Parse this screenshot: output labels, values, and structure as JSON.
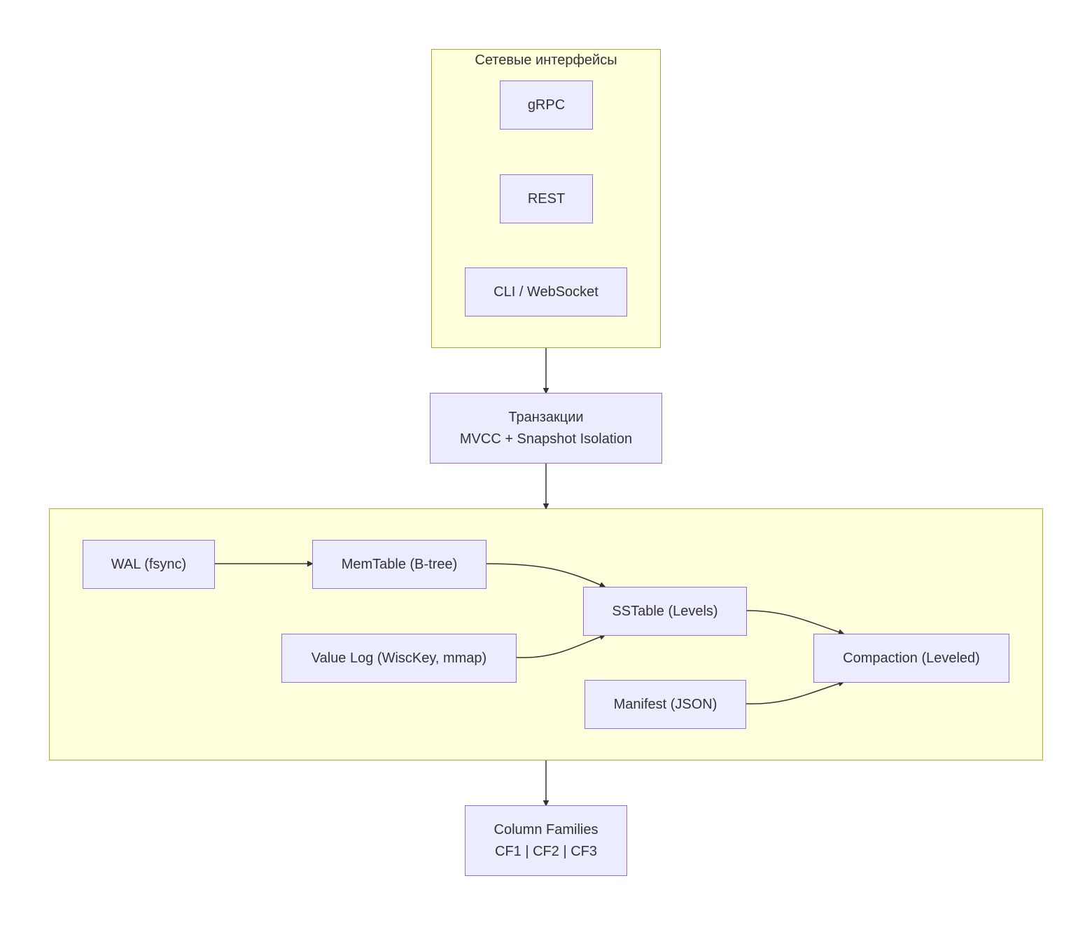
{
  "clusters": {
    "network": {
      "title": "Сетевые интерфейсы"
    },
    "storage": {
      "title": ""
    }
  },
  "nodes": {
    "grpc": {
      "label": "gRPC"
    },
    "rest": {
      "label": "REST"
    },
    "cli": {
      "label": "CLI / WebSocket"
    },
    "tx": {
      "line1": "Транзакции",
      "line2": "MVCC + Snapshot Isolation"
    },
    "wal": {
      "label": "WAL (fsync)"
    },
    "memtable": {
      "label": "MemTable (B-tree)"
    },
    "sstable": {
      "label": "SSTable (Levels)"
    },
    "valuelog": {
      "label": "Value Log (WiscKey, mmap)"
    },
    "compaction": {
      "label": "Compaction (Leveled)"
    },
    "manifest": {
      "label": "Manifest (JSON)"
    },
    "cf": {
      "line1": "Column Families",
      "line2": "CF1 | CF2 | CF3"
    }
  },
  "edges": [
    {
      "from": "network",
      "to": "tx"
    },
    {
      "from": "tx",
      "to": "storage"
    },
    {
      "from": "wal",
      "to": "memtable"
    },
    {
      "from": "memtable",
      "to": "sstable"
    },
    {
      "from": "valuelog",
      "to": "sstable"
    },
    {
      "from": "sstable",
      "to": "compaction"
    },
    {
      "from": "manifest",
      "to": "compaction"
    },
    {
      "from": "storage",
      "to": "cf"
    }
  ],
  "colors": {
    "cluster_fill": "#ffffde",
    "cluster_border": "#aaaa33",
    "node_fill": "#ececff",
    "node_border": "#9370db",
    "edge": "#333333",
    "text": "#333333"
  }
}
